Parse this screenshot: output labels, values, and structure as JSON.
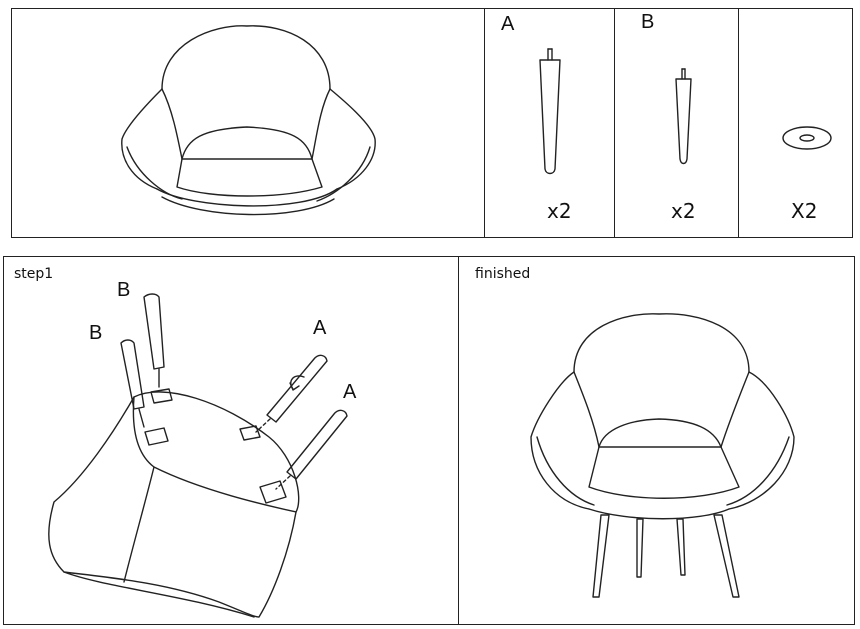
{
  "parts": {
    "a": {
      "label": "A",
      "qty": "x2"
    },
    "b": {
      "label": "B",
      "qty": "x2"
    },
    "c": {
      "qty": "X2"
    }
  },
  "step1": {
    "caption": "step1",
    "leg_labels": [
      "B",
      "B",
      "A",
      "A"
    ]
  },
  "finished": {
    "caption": "finished"
  }
}
